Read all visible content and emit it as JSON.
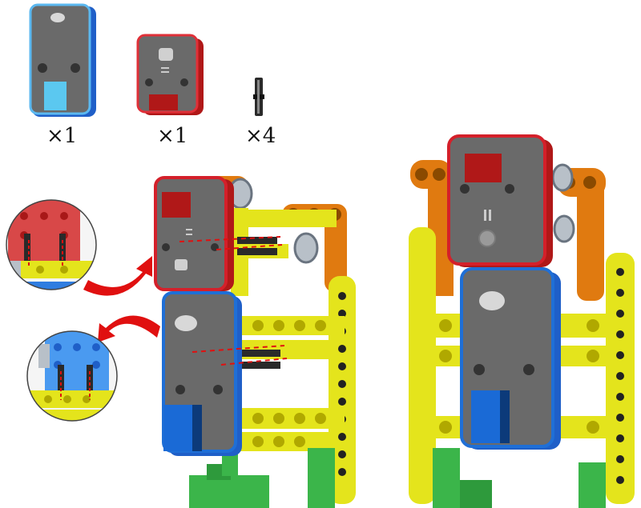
{
  "parts": [
    {
      "name": "blue-sensor-module",
      "quantity": "×1",
      "color": "#1f6fd6"
    },
    {
      "name": "red-sensor-module",
      "quantity": "×1",
      "color": "#d4202a"
    },
    {
      "name": "connector-pin",
      "quantity": "×4",
      "color": "#2a2a2a"
    }
  ],
  "colors": {
    "module_gray": "#6a6a6a",
    "beam_yellow": "#e4e41c",
    "beam_orange": "#e07a10",
    "beam_green": "#3bb54a",
    "arrow_red": "#e01010",
    "detail_red": "#b01818",
    "detail_blue": "#1a9ad6",
    "cap_blue": "#5bc8f0"
  },
  "steps": [
    {
      "name": "attach-red-module",
      "direction": "rotate-clockwise"
    },
    {
      "name": "attach-blue-module",
      "direction": "rotate-counterclockwise"
    }
  ]
}
